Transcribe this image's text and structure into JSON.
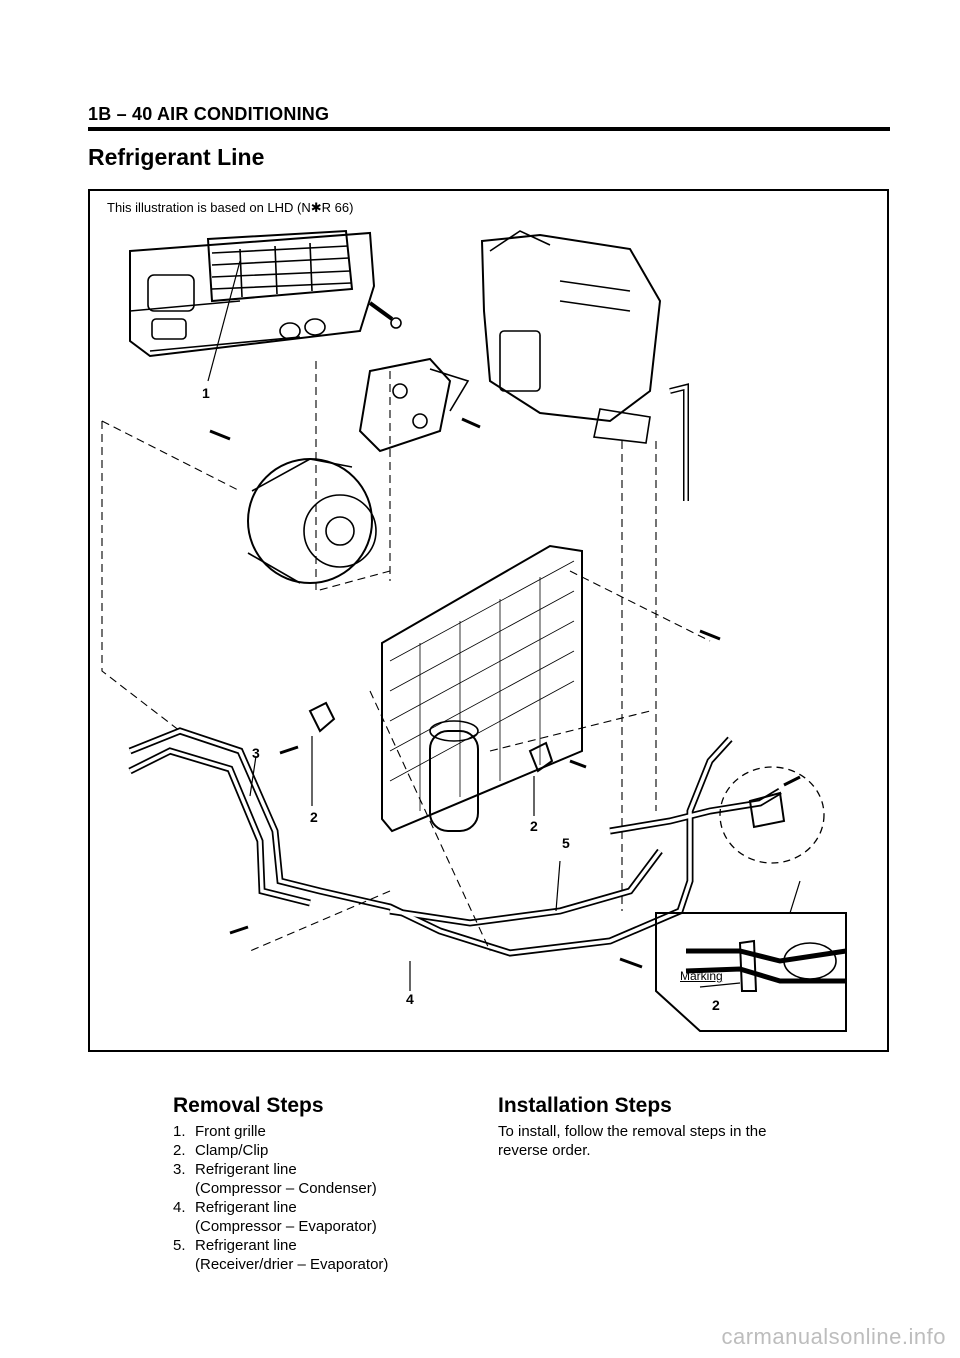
{
  "header": {
    "section": "1B – 40  AIR CONDITIONING"
  },
  "page_title": "Refrigerant Line",
  "figure": {
    "note": "This illustration is based on LHD (N✱R 66)",
    "callouts": {
      "c1": "1",
      "c2a": "2",
      "c2b": "2",
      "c3": "3",
      "c4": "4",
      "c5": "5",
      "c2_inset": "2"
    },
    "inset_label": "Marking"
  },
  "removal": {
    "title": "Removal Steps",
    "steps": [
      {
        "num": "1.",
        "line1": "Front grille",
        "line2": ""
      },
      {
        "num": "2.",
        "line1": "Clamp/Clip",
        "line2": ""
      },
      {
        "num": "3.",
        "line1": "Refrigerant line",
        "line2": "(Compressor – Condenser)"
      },
      {
        "num": "4.",
        "line1": "Refrigerant line",
        "line2": "(Compressor – Evaporator)"
      },
      {
        "num": "5.",
        "line1": "Refrigerant line",
        "line2": "(Receiver/drier – Evaporator)"
      }
    ]
  },
  "installation": {
    "title": "Installation Steps",
    "text": "To install, follow the removal steps in the reverse order."
  },
  "watermark": "carmanualsonline.info"
}
